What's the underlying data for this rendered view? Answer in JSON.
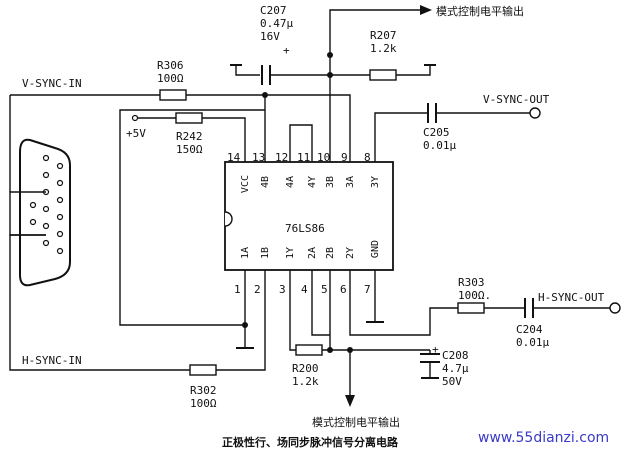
{
  "chip": {
    "name": "76LS86",
    "pin_numbers_top": [
      "14",
      "13",
      "12",
      "11",
      "10",
      "9",
      "8"
    ],
    "pin_names_top": [
      "VCC",
      "4B",
      "4A",
      "4Y",
      "3B",
      "3A",
      "3Y"
    ],
    "pin_numbers_bottom": [
      "1",
      "2",
      "3",
      "4",
      "5",
      "6",
      "7"
    ],
    "pin_names_bottom": [
      "1A",
      "1B",
      "1Y",
      "2A",
      "2B",
      "2Y",
      "GND"
    ]
  },
  "components": {
    "c207": {
      "ref": "C207",
      "value": "0.47μ",
      "voltage": "16V",
      "polarity": "+"
    },
    "r207": {
      "ref": "R207",
      "value": "1.2k"
    },
    "r306": {
      "ref": "R306",
      "value": "100Ω"
    },
    "r242": {
      "ref": "R242",
      "value": "150Ω"
    },
    "c205": {
      "ref": "C205",
      "value": "0.01μ"
    },
    "r303": {
      "ref": "R303",
      "value": "100Ω."
    },
    "c204": {
      "ref": "C204",
      "value": "0.01μ"
    },
    "r200": {
      "ref": "R200",
      "value": "1.2k"
    },
    "c208": {
      "ref": "C208",
      "value": "4.7μ",
      "voltage": "50V",
      "polarity": "+"
    },
    "r302": {
      "ref": "R302",
      "value": "100Ω"
    }
  },
  "signals": {
    "v_sync_in": "V-SYNC-IN",
    "h_sync_in": "H-SYNC-IN",
    "v_sync_out": "V-SYNC-OUT",
    "h_sync_out": "H-SYNC-OUT",
    "vcc": "+5V",
    "mode_out_top": "模式控制电平输出",
    "mode_out_bottom": "模式控制电平输出"
  },
  "caption": "正极性行、场同步脉冲信号分离电路",
  "watermark": "www.55dianzi.com"
}
